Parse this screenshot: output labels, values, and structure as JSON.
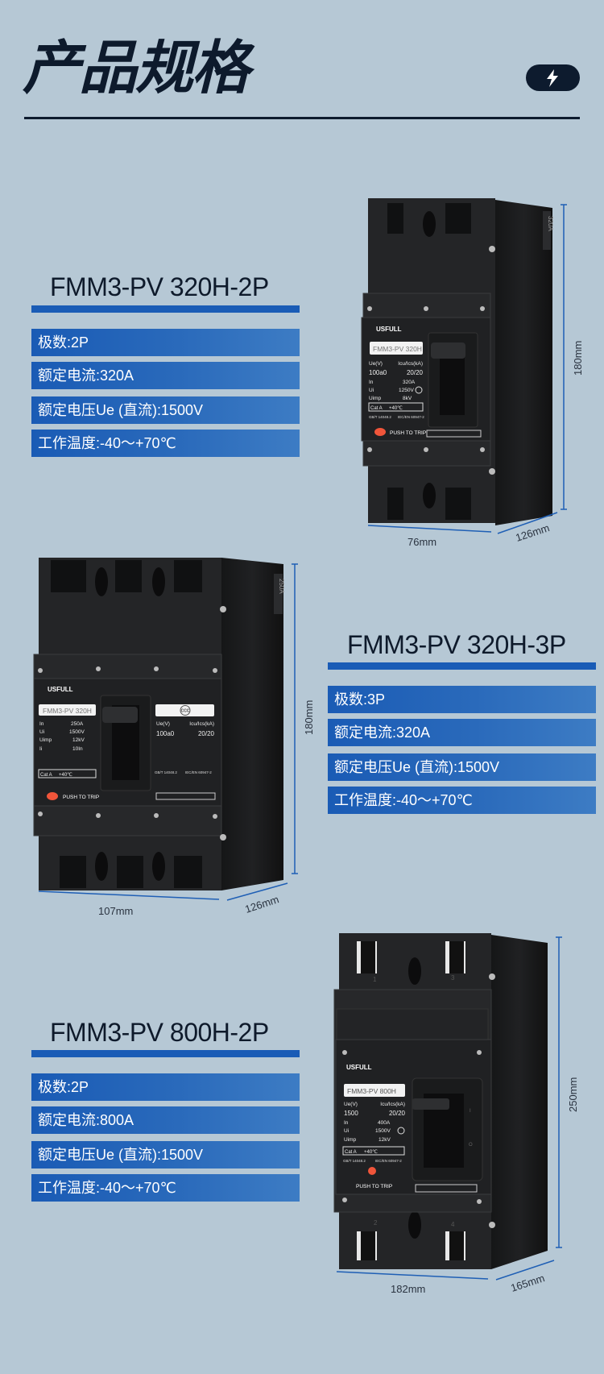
{
  "header": {
    "title": "产品规格",
    "badge_icon": "lightning-icon"
  },
  "colors": {
    "background": "#b6c8d5",
    "navy": "#0d1b2e",
    "accent_blue": "#1a5cb6"
  },
  "products": [
    {
      "model": "FMM3-PV 320H-2P",
      "specs": [
        "极数:2P",
        "额定电流:320A",
        "额定电压Ue (直流):1500V",
        "工作温度:-40～+70℃"
      ],
      "dims": {
        "height": "180mm",
        "width": "76mm",
        "depth": "126mm"
      },
      "label": {
        "brand": "USFULL",
        "model": "FMM3-PV 320H",
        "side": "320A",
        "ue_h": "Ue(V)",
        "icu_h": "Icu/Ics(kA)",
        "ue": "100a0",
        "icu": "20/20",
        "in_k": "In",
        "in_v": "320A",
        "ui_k": "Ui",
        "ui_v": "1250V",
        "uimp_k": "Uimp",
        "uimp_v": "8kV",
        "cat": "Cat  A",
        "temp": "+40℃",
        "std1": "GB/T 14048.2",
        "std2": "IEC/EN 60947-2",
        "trip": "PUSH TO TRIP"
      }
    },
    {
      "model": "FMM3-PV 320H-3P",
      "specs": [
        "极数:3P",
        "额定电流:320A",
        "额定电压Ue (直流):1500V",
        "工作温度:-40～+70℃"
      ],
      "dims": {
        "height": "180mm",
        "width": "107mm",
        "depth": "126mm"
      },
      "label": {
        "brand": "USFULL",
        "model": "FMM3-PV 320H",
        "side": "250A",
        "in_k": "In",
        "in_v": "250A",
        "ui_k": "Ui",
        "ui_v": "1500V",
        "uimp_k": "Uimp",
        "uimp_v": "12kV",
        "ii_k": "Ii",
        "ii_v": "10In",
        "ue_h": "Ue(V)",
        "icu_h": "Icu/Ics(kA)",
        "ue": "100a0",
        "icu": "20/20",
        "cat": "Cat  A",
        "temp": "+40℃",
        "std1": "GB/T 14048.2",
        "std2": "IEC/EN 60947-2",
        "trip": "PUSH TO TRIP",
        "cert": "CCC"
      }
    },
    {
      "model": "FMM3-PV 800H-2P",
      "specs": [
        "极数:2P",
        "额定电流:800A",
        "额定电压Ue (直流):1500V",
        "工作温度:-40～+70℃"
      ],
      "dims": {
        "height": "250mm",
        "width": "182mm",
        "depth": "165mm"
      },
      "label": {
        "brand": "USFULL",
        "model": "FMM3-PV 800H",
        "ue_h": "Ue(V)",
        "icu_h": "Icu/Ics(kA)",
        "ue": "1500",
        "icu": "20/20",
        "in_k": "In",
        "in_v": "400A",
        "ui_k": "Ui",
        "ui_v": "1500V",
        "uimp_k": "Uimp",
        "uimp_v": "12kV",
        "cat": "Cat  A",
        "temp": "+40℃",
        "std1": "GB/T 14048.2",
        "std2": "IEC/EN 60947-2",
        "trip": "PUSH TO TRIP",
        "terminals": [
          "1",
          "3",
          "2",
          "4"
        ],
        "handle_marks": [
          "I",
          "O"
        ]
      }
    }
  ]
}
